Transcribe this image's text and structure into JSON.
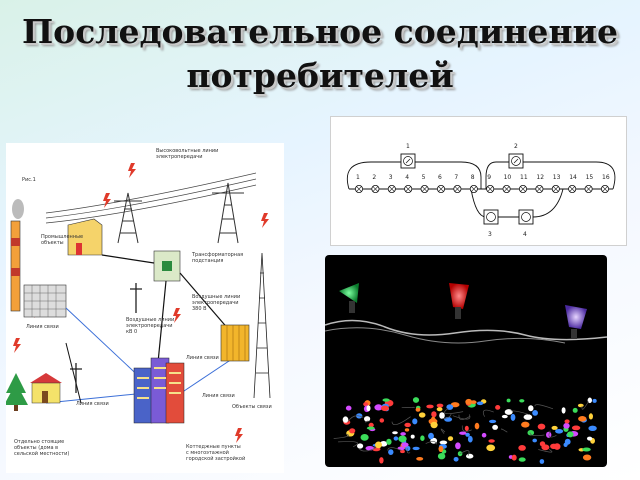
{
  "title": {
    "line1": "Последовательное соединение",
    "line2": "потребителей"
  },
  "diagram": {
    "fig_label": "Рис.1",
    "labels": {
      "hv_line_1": "Высоковольтные линии",
      "hv_line_2": "электропередачи",
      "industrial_1": "Промышленные",
      "industrial_2": "объекты",
      "transformer_1": "Трансформаторная",
      "transformer_2": "подстанция",
      "comm_line_1": "Линия связи",
      "overhead_1": "Воздушные линии",
      "overhead_2": "электропередачи",
      "overhead_3": "380 В",
      "air_1": "Воздушные линии",
      "air_2": "электропередачи",
      "air_3": "кВ 0",
      "comm_line_2": "Линия связи",
      "comm_line_3": "Линия связи",
      "comm_line_4": "Линия связи",
      "tower": "Объекты связи",
      "standalone_1": "Отдельно стоящие",
      "standalone_2": "объекты (дома в",
      "standalone_3": "сельской местности)",
      "settlements_1": "Коттеджные пункты",
      "settlements_2": "с многоэтажной",
      "settlements_3": "городской застройкой"
    }
  },
  "schematic": {
    "top_meters": [
      "1",
      "2"
    ],
    "bottom_meters": [
      "3",
      "4"
    ],
    "lamps": [
      "1",
      "2",
      "3",
      "4",
      "5",
      "6",
      "7",
      "8",
      "9",
      "10",
      "11",
      "12",
      "13",
      "14",
      "15",
      "16"
    ]
  },
  "colors": {
    "title": "#111111",
    "photo_bg": "#000000",
    "bulb_green": "#22c55e",
    "bulb_red": "#ef2b2b",
    "bulb_purple": "#8b5cf6"
  }
}
